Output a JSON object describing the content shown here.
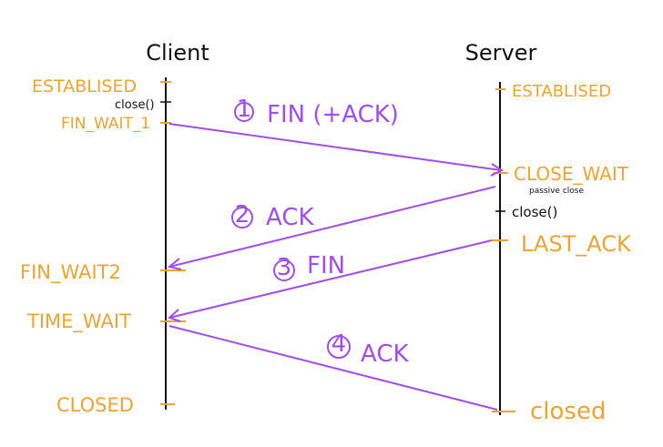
{
  "client": {
    "label": "Client"
  },
  "server": {
    "label": "Server"
  },
  "client_states": {
    "established": "ESTABLISED",
    "fin_wait_1": "FIN_WAIT_1",
    "fin_wait_2": "FIN_WAIT2",
    "time_wait": "TIME_WAIT",
    "closed": "CLOSED"
  },
  "client_notes": {
    "close_call": "close()"
  },
  "server_states": {
    "established": "ESTABLISED",
    "close_wait": "CLOSE_WAIT",
    "last_ack": "LAST_ACK",
    "closed": "closed"
  },
  "server_notes": {
    "passive_close": "passive close",
    "close_call": "close()"
  },
  "messages": {
    "m1": {
      "num": "1",
      "text": "FIN (+ACK)"
    },
    "m2": {
      "num": "2",
      "text": "ACK"
    },
    "m3": {
      "num": "3",
      "text": "FIN"
    },
    "m4": {
      "num": "4",
      "text": "ACK"
    }
  },
  "colors": {
    "state": "#E8A535",
    "message": "#A04FE6",
    "line": "#111111"
  }
}
